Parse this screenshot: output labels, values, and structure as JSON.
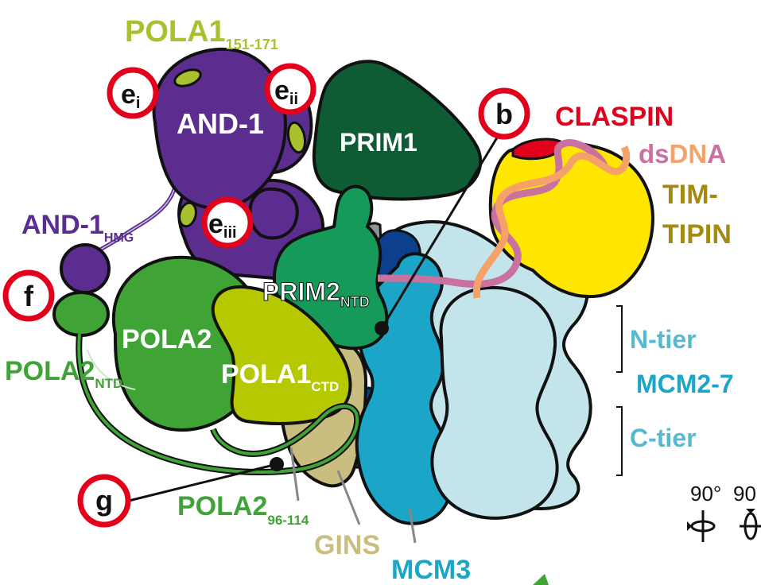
{
  "labels": {
    "pola1_151": {
      "main": "POLA1",
      "sub": "151-171"
    },
    "and1": "AND-1",
    "prim1": "PRIM1",
    "claspin": "CLASPIN",
    "dsdna": {
      "ds": "ds",
      "d": "D",
      "n": "N",
      "a": "A"
    },
    "tim_tipin": {
      "line1": "TIM-",
      "line2": "TIPIN"
    },
    "and1_hmg": {
      "main": "AND-1",
      "sub": "HMG"
    },
    "prim2": {
      "main": "PRIM2",
      "sub": "NTD"
    },
    "pola2": "POLA2",
    "pola1_ctd": {
      "main": "POLA1",
      "sub": "CTD"
    },
    "pola2_ntd": {
      "main": "POLA2",
      "sub": "NTD"
    },
    "n_tier": "N-tier",
    "mcm27": "MCM2-7",
    "c_tier": "C-tier",
    "pola2_96": {
      "main": "POLA2",
      "sub": "96-114"
    },
    "gins": "GINS",
    "mcm3": "MCM3",
    "rot1": "90°",
    "rot2": "90"
  },
  "markers": {
    "ei": {
      "main": "e",
      "sub": "i"
    },
    "eii": {
      "main": "e",
      "sub": "ii"
    },
    "eiii": {
      "main": "e",
      "sub": "iii"
    },
    "b": "b",
    "f": "f",
    "g": "g"
  },
  "colors": {
    "and1": "#5b2d8e",
    "prim1": "#0f5b34",
    "prim2": "#169a5a",
    "pola2": "#3fa435",
    "pola1": "#b5c800",
    "pola1_label": "#a9c12f",
    "gins": "#c9bd7f",
    "mcm_dark": "#1ba6c8",
    "mcm_navy": "#0d3f8f",
    "mcm_light": "#c2e4ea",
    "tim": "#ffe600",
    "claspin": "#e0001b",
    "dna_pink": "#c9729f",
    "dna_orange": "#f5a16a",
    "tier_label": "#56b9d4",
    "tim_label": "#a48a10",
    "marker_ring": "#e2001a"
  }
}
